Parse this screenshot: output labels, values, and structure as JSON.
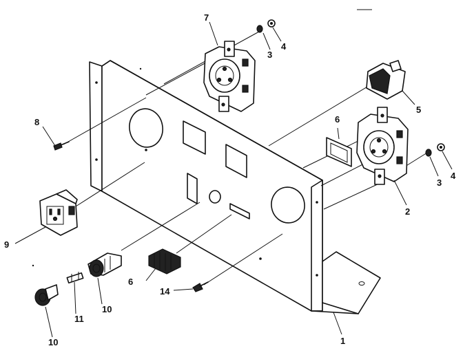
{
  "callouts": {
    "c1": "1",
    "c2": "2",
    "c3a": "3",
    "c3b": "3",
    "c4a": "4",
    "c4b": "4",
    "c5": "5",
    "c6a": "6",
    "c6b": "6",
    "c7": "7",
    "c8": "8",
    "c9": "9",
    "c10a": "10",
    "c10b": "10",
    "c11": "11",
    "c14": "14"
  }
}
